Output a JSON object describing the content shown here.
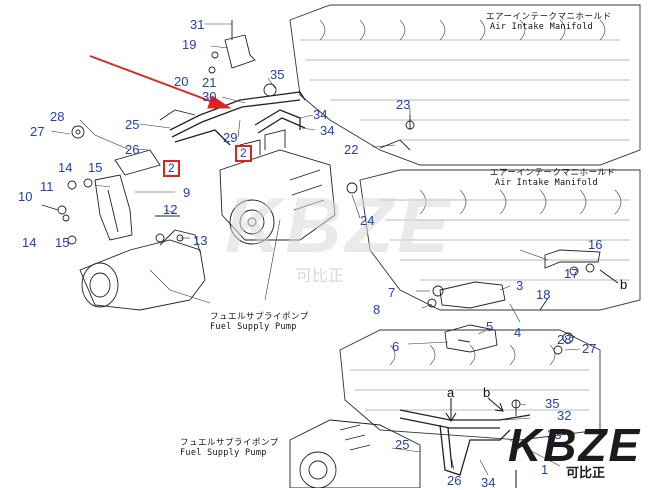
{
  "labels": {
    "air_intake_jp_top": "エアーインテークマニホールド",
    "air_intake_en_top": "Air Intake Manifold",
    "air_intake_jp_mid": "エアーインテークマニホールド",
    "air_intake_en_mid": "Air Intake Manifold",
    "fuel_pump_jp_mid": "フュエルサプライポンプ",
    "fuel_pump_en_mid": "Fuel Supply Pump",
    "fuel_pump_jp_bottom": "フュエルサプライポンプ",
    "fuel_pump_en_bottom": "Fuel Supply Pump"
  },
  "callouts": {
    "n31": "31",
    "n19": "19",
    "n20": "20",
    "n21": "21",
    "n30": "30",
    "n35a": "35",
    "n28a": "28",
    "n27a": "27",
    "n25a": "25",
    "n26a": "26",
    "n29": "29",
    "n34a": "34",
    "n34b": "34",
    "n23": "23",
    "n22": "22",
    "n24": "24",
    "n14a": "14",
    "n15a": "15",
    "n11": "11",
    "n10": "10",
    "n9": "9",
    "n12": "12",
    "n13": "13",
    "n14b": "14",
    "n15b": "15",
    "n16": "16",
    "n17": "17",
    "nb1": "b",
    "n7": "7",
    "n3": "3",
    "n18": "18",
    "n8": "8",
    "n4": "4",
    "n5": "5",
    "n6": "6",
    "n28b": "28",
    "n27b": "27",
    "na": "a",
    "nb2": "b",
    "n35b": "35",
    "n32": "32",
    "n33": "33",
    "n25b": "25",
    "n26b": "26",
    "n34c": "34",
    "n1": "1",
    "boxed2a": "2",
    "boxed2b": "2"
  },
  "watermark": {
    "brand": "KBZE",
    "sub": "可比正"
  },
  "logo": {
    "brand": "KBZE",
    "sub": "可比正"
  },
  "colors": {
    "callout": "#2340b8",
    "highlight": "#e0241b",
    "line": "#222222"
  }
}
